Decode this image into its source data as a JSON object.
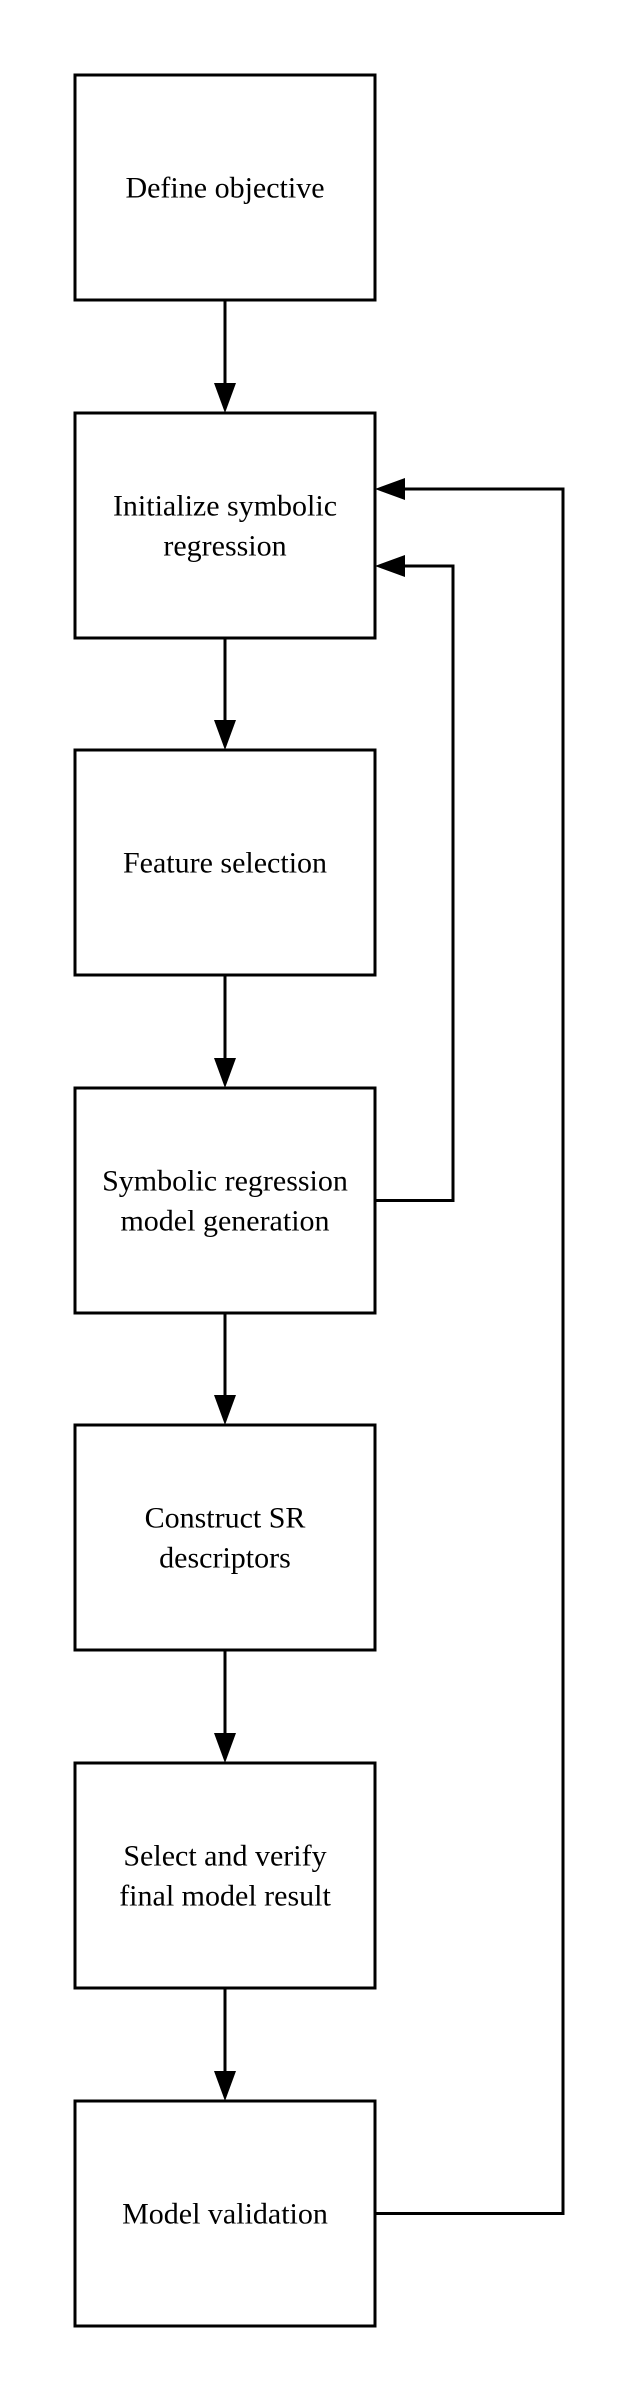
{
  "diagram": {
    "type": "flowchart",
    "colors": {
      "stroke": "#000000",
      "background": "#ffffff"
    },
    "nodes": [
      {
        "id": "define-objective",
        "lines": [
          "Define objective"
        ]
      },
      {
        "id": "initialize-sr",
        "lines": [
          "Initialize symbolic",
          "regression"
        ]
      },
      {
        "id": "feature-selection",
        "lines": [
          "Feature selection"
        ]
      },
      {
        "id": "sr-model-generation",
        "lines": [
          "Symbolic regression",
          "model generation"
        ]
      },
      {
        "id": "construct-sr-descriptors",
        "lines": [
          "Construct SR",
          "descriptors"
        ]
      },
      {
        "id": "select-verify",
        "lines": [
          "Select and verify",
          "final model result"
        ]
      },
      {
        "id": "model-validation",
        "lines": [
          "Model validation"
        ]
      }
    ],
    "edges": [
      {
        "from": "define-objective",
        "to": "initialize-sr"
      },
      {
        "from": "initialize-sr",
        "to": "feature-selection"
      },
      {
        "from": "feature-selection",
        "to": "sr-model-generation"
      },
      {
        "from": "sr-model-generation",
        "to": "construct-sr-descriptors"
      },
      {
        "from": "construct-sr-descriptors",
        "to": "select-verify"
      },
      {
        "from": "select-verify",
        "to": "model-validation"
      },
      {
        "from": "sr-model-generation",
        "to": "initialize-sr",
        "kind": "feedback"
      },
      {
        "from": "model-validation",
        "to": "initialize-sr",
        "kind": "feedback"
      }
    ]
  }
}
